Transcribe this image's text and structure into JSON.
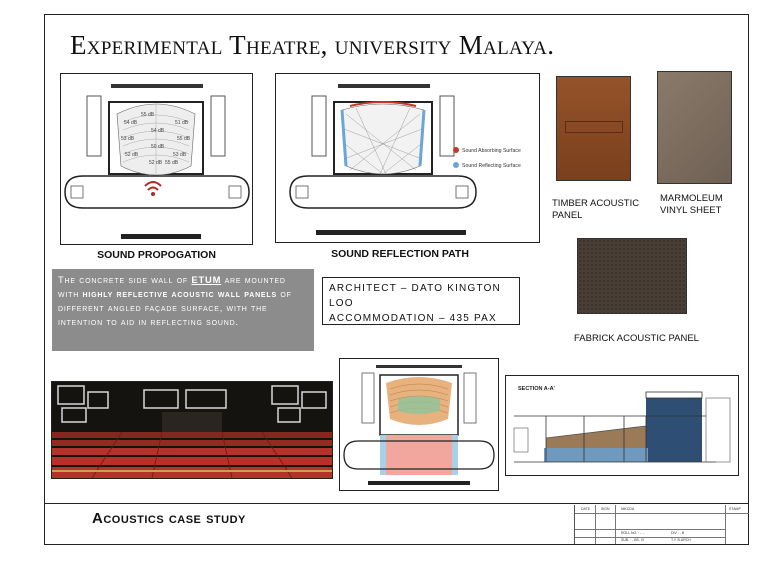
{
  "title": "Experimental Theatre, university Malaya.",
  "captions": {
    "sound_propagation": "SOUND PROPOGATION",
    "sound_reflection": "SOUND REFLECTION PATH",
    "timber": "TIMBER ACOUSTIC PANEL",
    "marmoleum": "MARMOLEUM VINYL SHEET",
    "fabrick": "FABRICK ACOUSTIC PANEL"
  },
  "legend": {
    "absorbing": "Sound Absorbing Surface",
    "reflecting": "Sound Reflecting Surface"
  },
  "plan_labels": [
    "55 dB",
    "54 dB",
    "51 dB",
    "54 dB",
    "53 dB",
    "55 dB",
    "50 dB",
    "52 dB",
    "53 dB",
    "52 dB",
    "55 dB"
  ],
  "description": {
    "p1": "The concrete side wall of ",
    "etum": "ETUM",
    "p2": " are mounted with ",
    "bold1": "highly reflective acoustic wall panels",
    "p3": " of different angled façade surface, with the intention to aid in reflecting sound."
  },
  "info": {
    "architect": "ARCHITECT – DATO KINGTON LOO",
    "accommodation": "ACCOMMODATION –  435 PAX"
  },
  "section_label": "SECTION A-A'",
  "footer": {
    "title": "Acoustics case study",
    "table": {
      "date": "DATE",
      "sign": "SIGN",
      "nikcda": "NIKCDA",
      "stamp": "STAMP",
      "roll": "ROLL NO. : - ...",
      "div": "DIV : - B",
      "sub": "SUB. : - BS- IV",
      "ty": "T.Y. B.ARCH"
    }
  },
  "colors": {
    "grey_box": "#8c8c8c",
    "absorb": "#c0392b",
    "reflect": "#6aa7d8",
    "timber": "#8a4a22",
    "marmoleum": "#7b6c5e",
    "fabrick": "#4a3f37"
  }
}
